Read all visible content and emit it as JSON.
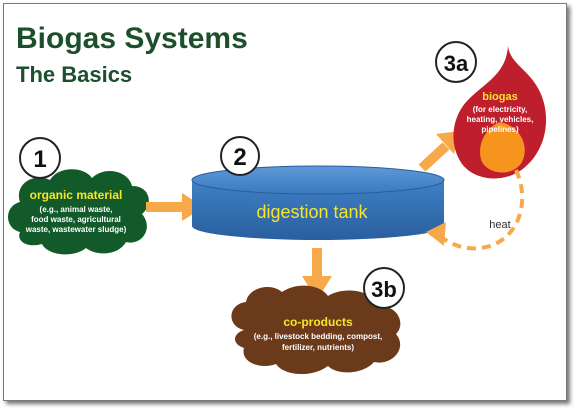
{
  "header": {
    "title": "Biogas Systems",
    "subtitle": "The Basics"
  },
  "colors": {
    "title_green": "#1d4f2d",
    "cloud_green": "#125a2a",
    "tank_blue": "#2f6fb8",
    "flame_red": "#bf1e2d",
    "flame_orange": "#f7941d",
    "coproduct_brown": "#6b3a1b",
    "arrow_orange": "#f7a94a",
    "label_yellow": "#f7e52a"
  },
  "nodes": {
    "organic_material": {
      "step": "1",
      "title": "organic material",
      "detail_line1": "(e.g., animal waste,",
      "detail_line2": "food waste, agricultural",
      "detail_line3": "waste, wastewater sludge)"
    },
    "digestion_tank": {
      "step": "2",
      "title": "digestion tank"
    },
    "biogas": {
      "step": "3a",
      "title": "biogas",
      "detail_line1": "(for electricity,",
      "detail_line2": "heating, vehicles,",
      "detail_line3": "pipelines)"
    },
    "coproducts": {
      "step": "3b",
      "title": "co-products",
      "detail_line1": "(e.g., livestock bedding, compost,",
      "detail_line2": "fertilizer, nutrients)"
    }
  },
  "edges": {
    "heat_label": "heat"
  }
}
